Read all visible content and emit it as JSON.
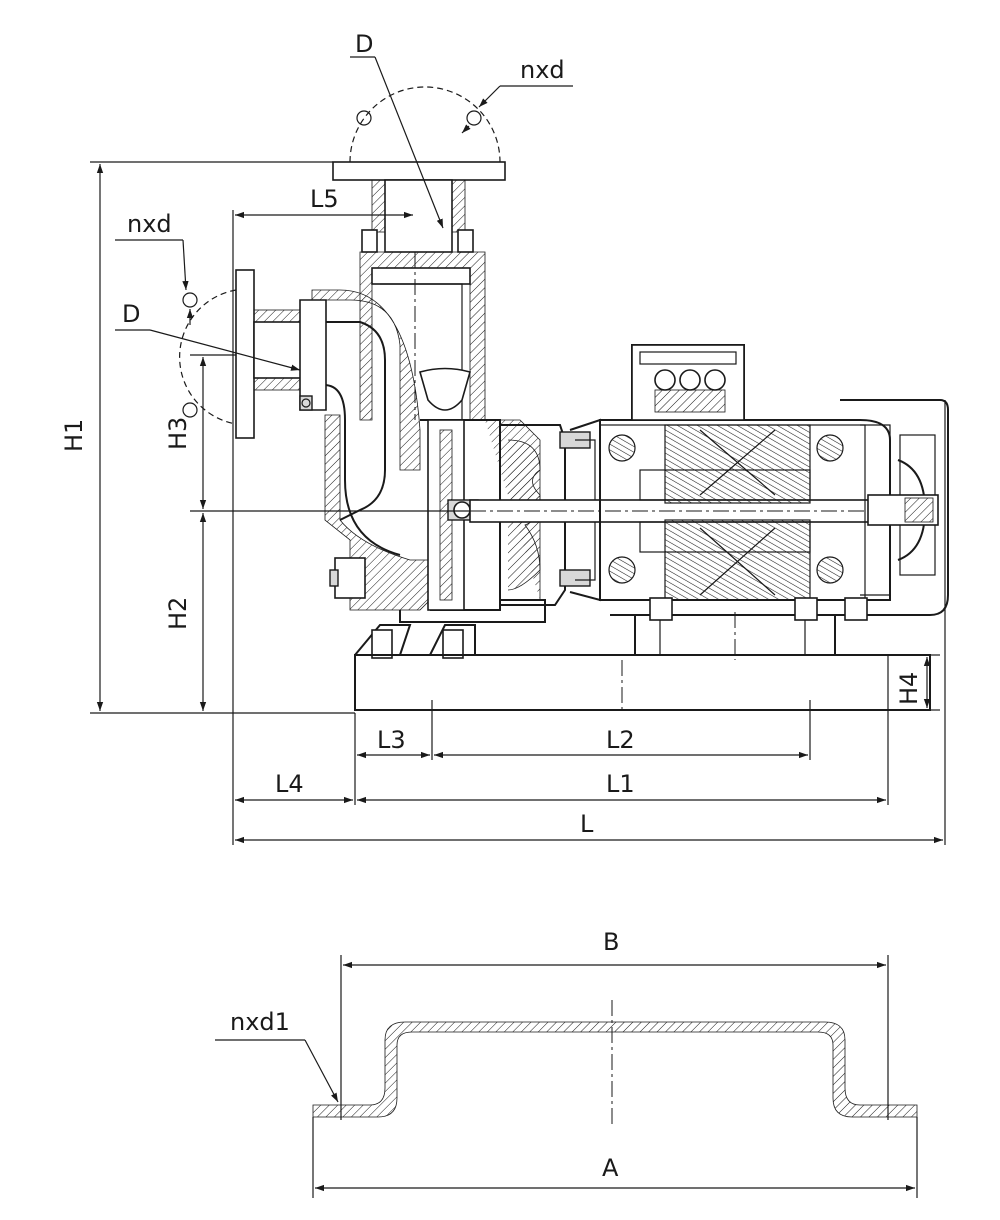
{
  "labels": {
    "outlet_flange_diameter": "D",
    "outlet_bolt_holes": "nxd",
    "inlet_bolt_holes": "nxd",
    "inlet_flange_diameter": "D",
    "outlet_offset": "L5",
    "total_height": "H1",
    "inlet_height": "H3",
    "shaft_height": "H2",
    "base_height": "H4",
    "base_first_offset": "L3",
    "bolt_spacing": "L2",
    "pump_overhang": "L4",
    "base_length": "L1",
    "overall_length": "L",
    "base_width": "B",
    "base_overall_width": "A",
    "base_mount_holes": "nxd1"
  }
}
